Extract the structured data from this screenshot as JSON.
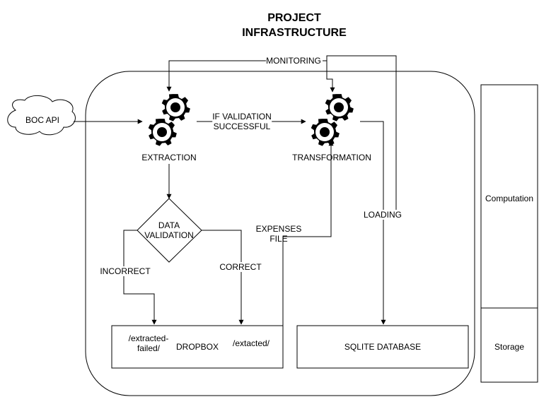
{
  "title_line1": "PROJECT",
  "title_line2": "INFRASTRUCTURE",
  "nodes": {
    "api": "BOC API",
    "extraction": "EXTRACTION",
    "transformation": "TRANSFORMATION",
    "validation_line1": "DATA",
    "validation_line2": "VALIDATION",
    "dropbox": "DROPBOX",
    "failed_folder_line1": "/extracted-",
    "failed_folder_line2": "failed/",
    "ok_folder": "/extacted/",
    "sqlite": "SQLITE DATABASE"
  },
  "edges": {
    "monitoring": "MONITORING",
    "if_valid_line1": "IF VALIDATION",
    "if_valid_line2": "SUCCESSFUL",
    "expenses_line1": "EXPENSES",
    "expenses_line2": "FILE",
    "loading": "LOADING",
    "incorrect": "INCORRECT",
    "correct": "CORRECT"
  },
  "legend": {
    "computation": "Computation",
    "storage": "Storage"
  },
  "icons": {
    "extraction": "gears-icon",
    "transformation": "gears-icon"
  }
}
